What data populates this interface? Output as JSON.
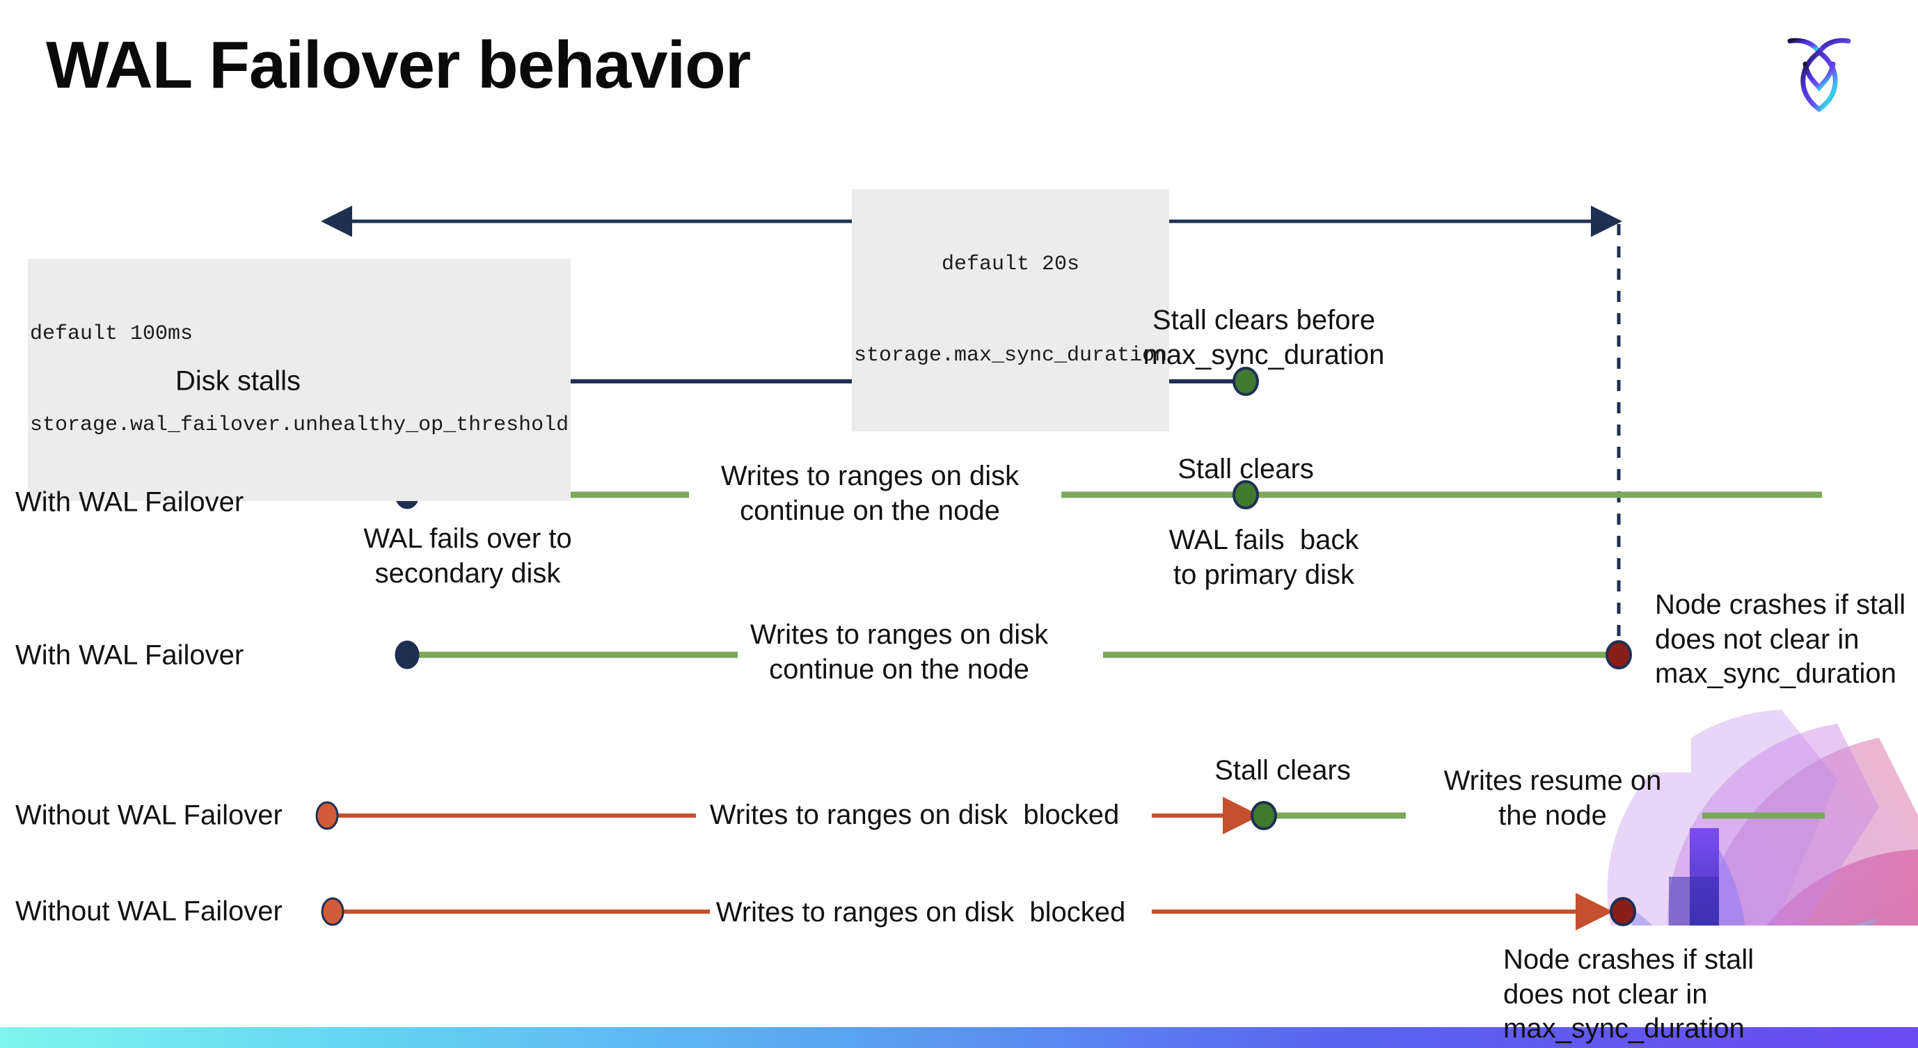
{
  "slide": {
    "title": "WAL Failover behavior",
    "logo_name": "cockroach-labs-logo"
  },
  "settings": {
    "max_sync": {
      "default_line": "default 20s",
      "name_line": "storage.max_sync_duration"
    },
    "unhealthy_threshold": {
      "default_line": "default 100ms",
      "name_line": "storage.wal_failover.unhealthy_op_threshold"
    }
  },
  "rows": [
    {
      "label": "Disk stalls"
    },
    {
      "label": "With WAL Failover"
    },
    {
      "label": "With WAL Failover"
    },
    {
      "label": "Without WAL Failover"
    },
    {
      "label": "Without WAL Failover"
    }
  ],
  "annotations": {
    "stall_clears_before": "Stall clears before\nmax_sync_duration",
    "writes_continue_1": "Writes to ranges on disk\ncontinue on the node",
    "stall_clears_2": "Stall clears",
    "wal_fails_over": "WAL fails over to\nsecondary disk",
    "wal_fails_back": "WAL fails  back\nto primary disk",
    "writes_continue_2": "Writes to ranges on disk\ncontinue on the node",
    "node_crashes_1": "Node crashes if stall\ndoes not clear in\nmax_sync_duration",
    "writes_blocked_1": "Writes to ranges on disk  blocked",
    "stall_clears_3": "Stall clears",
    "writes_resume": "Writes resume on\nthe node",
    "writes_blocked_2": "Writes to ranges on disk  blocked",
    "node_crashes_2": "Node crashes if stall\ndoes not clear in\nmax_sync_duration"
  },
  "colors": {
    "navy": "#1f2f52",
    "green_line": "#7aa85c",
    "green_dot": "#3f7a2e",
    "orange": "#c4502e",
    "orange_dot": "#d25b39",
    "dark_red": "#8c1e1a",
    "code_bg": "#ececec",
    "bar_start": "#7ef5ee",
    "bar_end": "#6a4bf2"
  }
}
